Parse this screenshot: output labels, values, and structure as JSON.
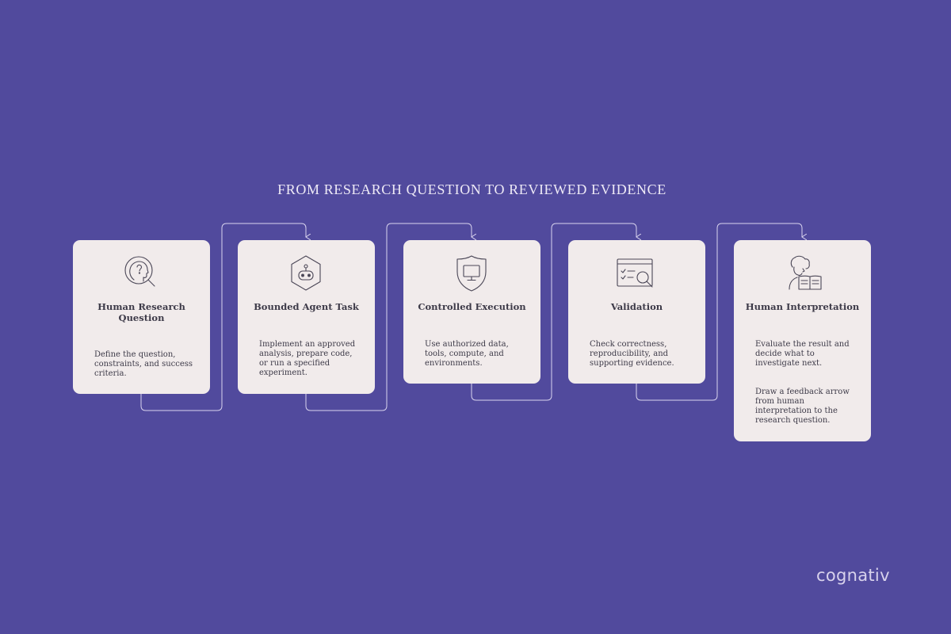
{
  "diagram": {
    "title": "FROM RESEARCH QUESTION TO REVIEWED EVIDENCE",
    "steps": [
      {
        "icon": "head-question-magnifier-icon",
        "heading": "Human Research Question",
        "body": "Define the question, constraints, and success criteria."
      },
      {
        "icon": "hexagon-robot-icon",
        "heading": "Bounded Agent Task",
        "body": "Implement an approved analysis, prepare code, or run a specified experiment."
      },
      {
        "icon": "shield-monitor-icon",
        "heading": "Controlled Execution",
        "body": "Use authorized data, tools, compute, and environments."
      },
      {
        "icon": "window-checklist-magnifier-icon",
        "heading": "Validation",
        "body": "Check correctness, reproducibility, and supporting evidence."
      },
      {
        "icon": "person-reading-book-icon",
        "heading": "Human Interpretation",
        "body": "Evaluate the result and decide what to investigate next.",
        "body_extra": "Draw a feedback arrow from human interpretation to the research question."
      }
    ]
  },
  "brand": {
    "logo_text": "cognativ"
  },
  "colors": {
    "background": "#514a9d",
    "card": "#f1ebeb",
    "connector": "#d9d4ee",
    "icon_stroke": "#4a4656"
  }
}
